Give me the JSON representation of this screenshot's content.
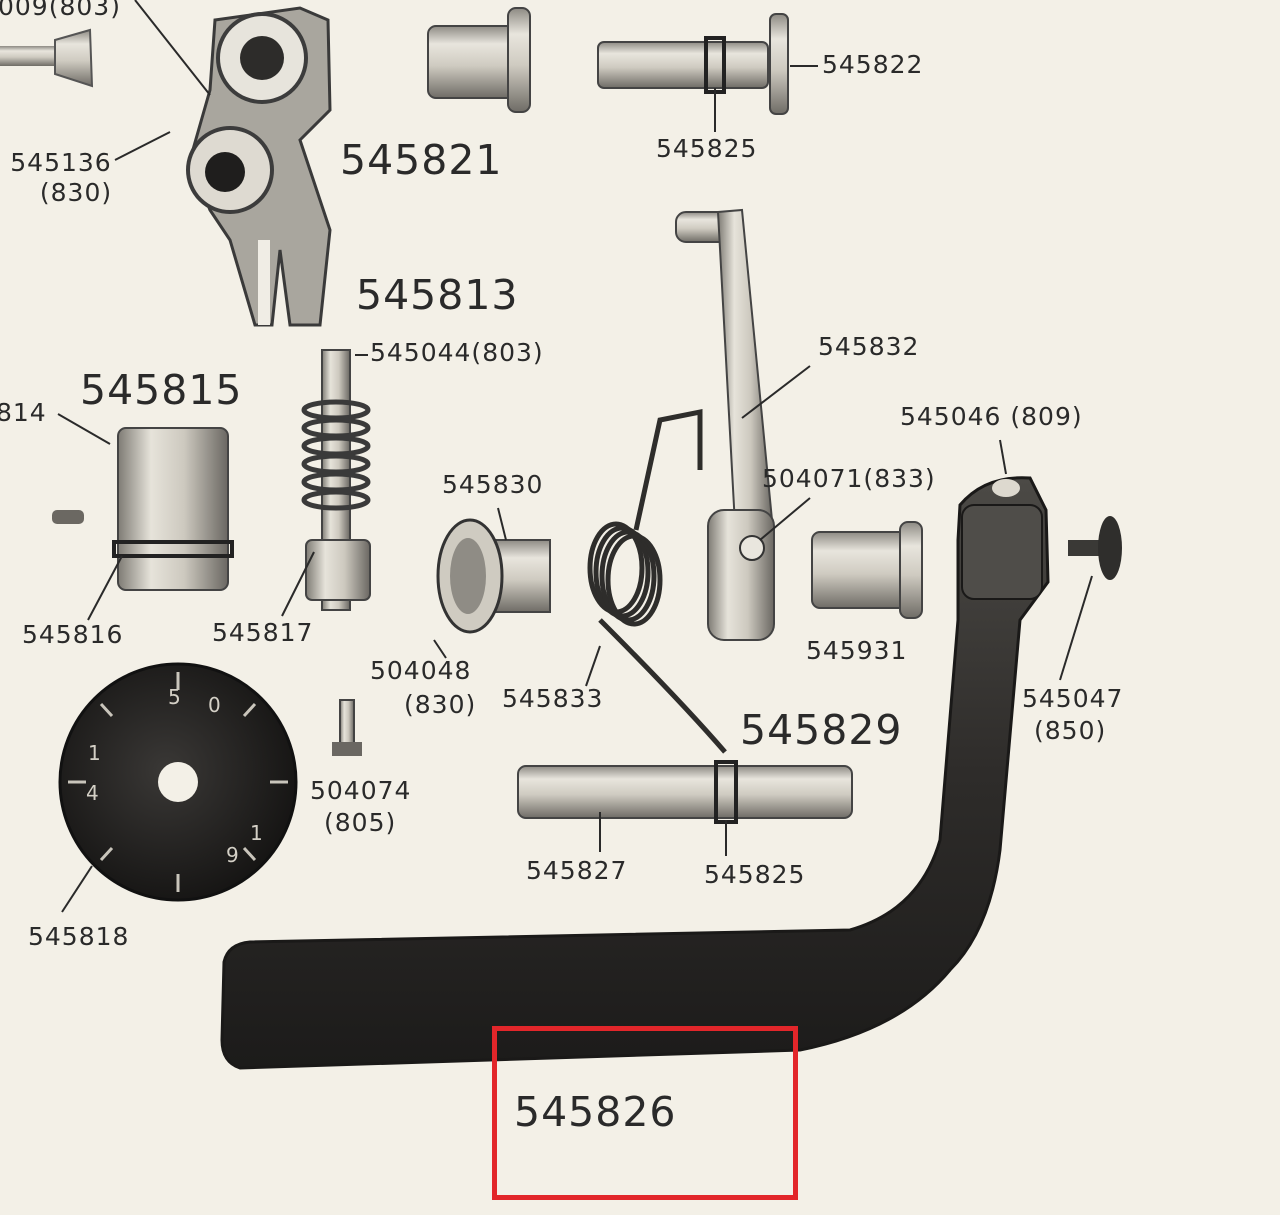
{
  "labels": {
    "l545009_803": "009(803)",
    "l545136": "545136",
    "l545136_sub": "(830)",
    "l545821": "545821",
    "l545822": "545822",
    "l545825_top": "545825",
    "l545813": "545813",
    "l545044_803": "545044(803)",
    "l545815": "545815",
    "l814": "814",
    "l545816": "545816",
    "l545817": "545817",
    "l545830": "545830",
    "l545832": "545832",
    "l545046_809": "545046 (809)",
    "l504071_833": "504071(833)",
    "l545931": "545931",
    "l504048": "504048",
    "l504048_sub": "(830)",
    "l545833": "545833",
    "l545829": "545829",
    "l545047": "545047",
    "l545047_sub": "(850)",
    "l504074": "504074",
    "l504074_sub": "(805)",
    "l545827": "545827",
    "l545825_bottom": "545825",
    "l545818": "545818",
    "l545826": "545826"
  },
  "dial": {
    "numerals": [
      "5",
      "0",
      "1",
      "4",
      "1",
      "9"
    ]
  },
  "colors": {
    "highlight": "#e2262a",
    "paper": "#f3f0e7",
    "ink": "#2a2a2a",
    "metal_light": "#dcd8cc",
    "metal_dark": "#5e5b55"
  }
}
